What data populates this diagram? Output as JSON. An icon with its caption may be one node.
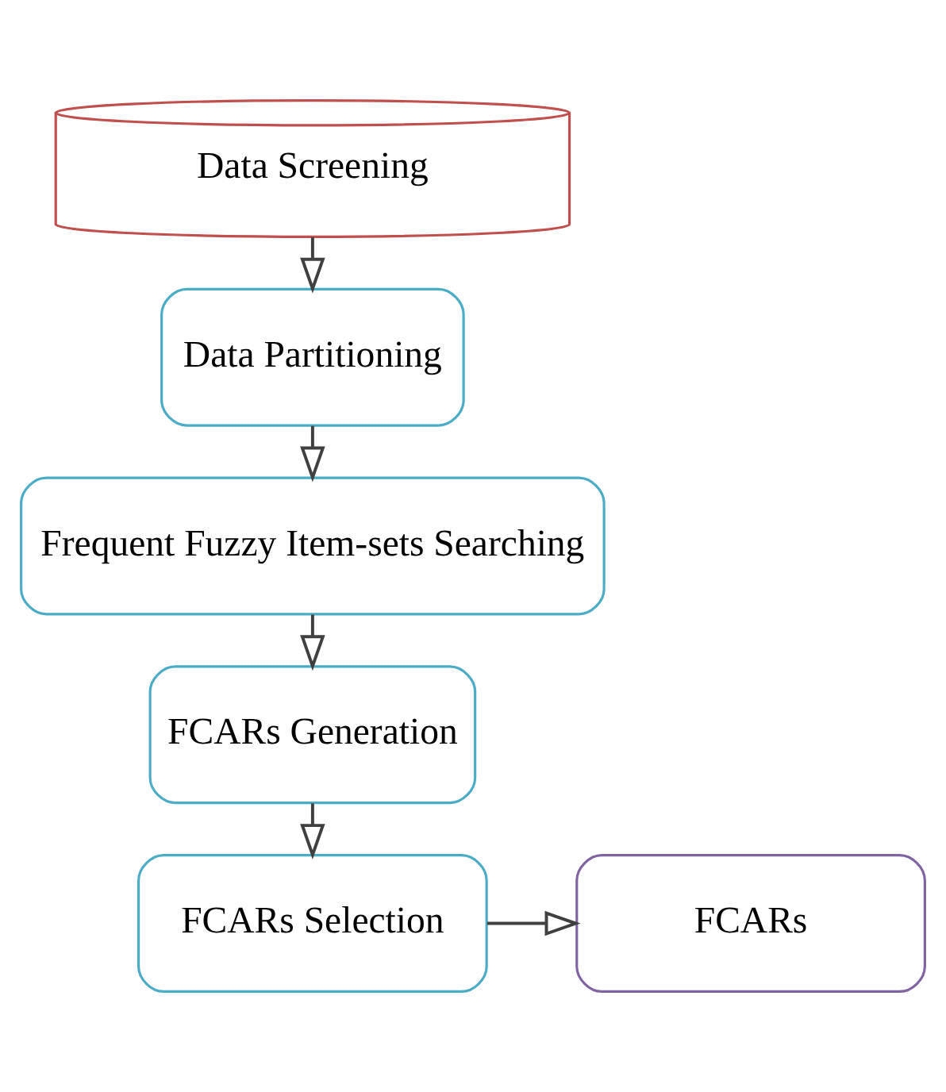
{
  "diagram": {
    "nodes": [
      {
        "text": [
          "Data Screening"
        ]
      },
      {
        "text": [
          "Data Partitioning"
        ]
      },
      {
        "text": [
          "Frequent Fuzzy Item-sets Searching"
        ]
      },
      {
        "text": [
          "FCARs Generation"
        ]
      },
      {
        "text": [
          "FCARs Selection"
        ]
      },
      {
        "text": [
          "FCARs"
        ]
      }
    ],
    "edges": [
      {
        "from": 0,
        "to": 1,
        "arrow": "to"
      },
      {
        "from": 1,
        "to": 2,
        "arrow": "to"
      },
      {
        "from": 2,
        "to": 3,
        "arrow": "to"
      },
      {
        "from": 3,
        "to": 4,
        "arrow": "to"
      },
      {
        "from": 4,
        "to": 5,
        "arrow": "to"
      }
    ]
  }
}
